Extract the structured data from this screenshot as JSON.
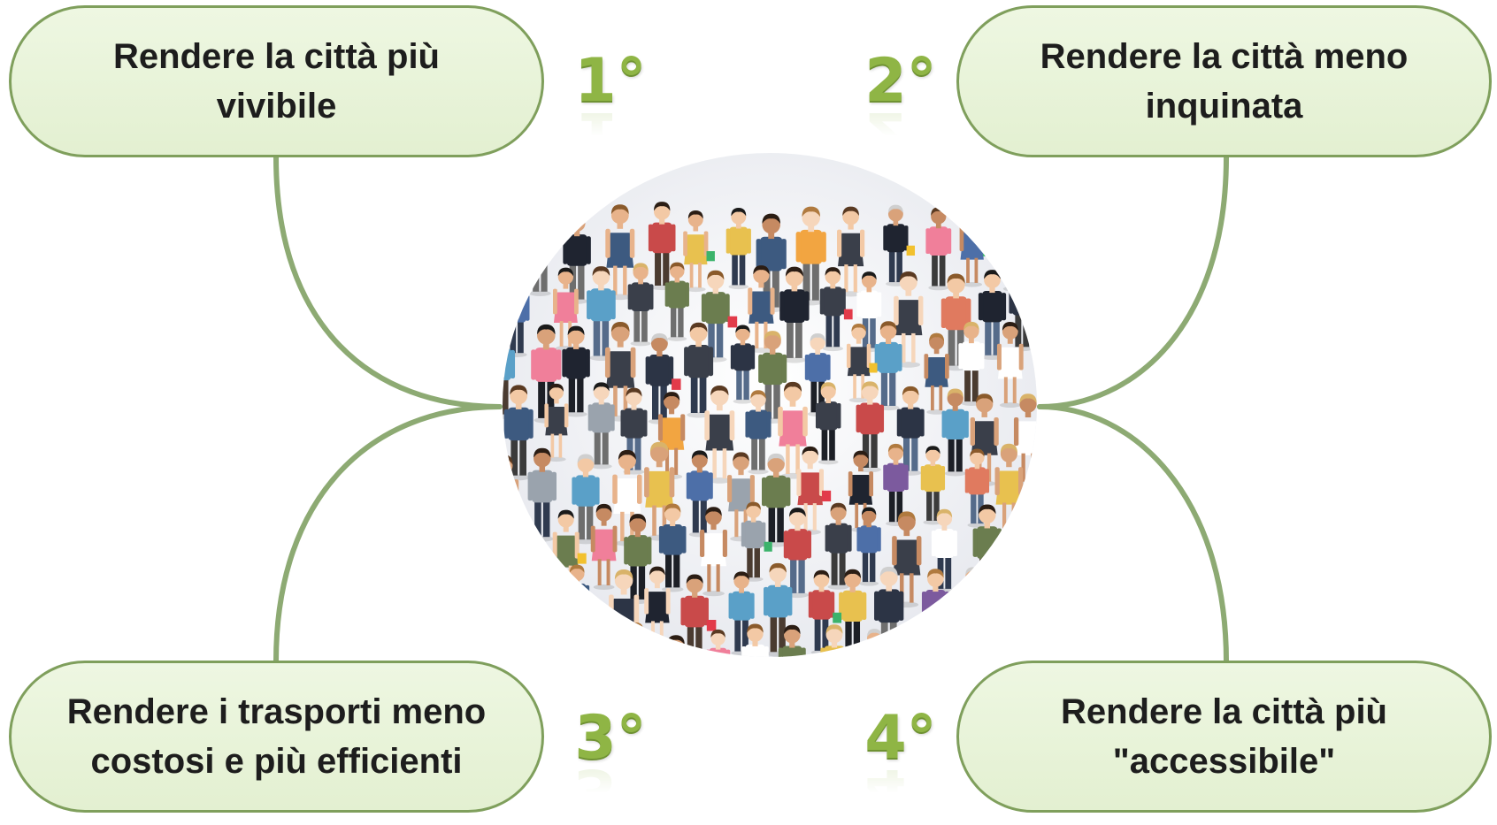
{
  "colors": {
    "connector": "#8daa73",
    "pill_border": "#7f9f5c",
    "pill_fill": "#e8f3da",
    "rank_green": "#8fb545",
    "text": "#1d1d1d"
  },
  "center_image": {
    "icon": "crowd-of-people-illustration"
  },
  "items": [
    {
      "rank": "1°",
      "text": "Rendere la città più\nvivibile"
    },
    {
      "rank": "2°",
      "text": "Rendere la città meno\ninquinata"
    },
    {
      "rank": "3°",
      "text": "Rendere i trasporti meno\ncostosi e più efficienti"
    },
    {
      "rank": "4°",
      "text": "Rendere la città più\n\"accessibile\""
    }
  ]
}
